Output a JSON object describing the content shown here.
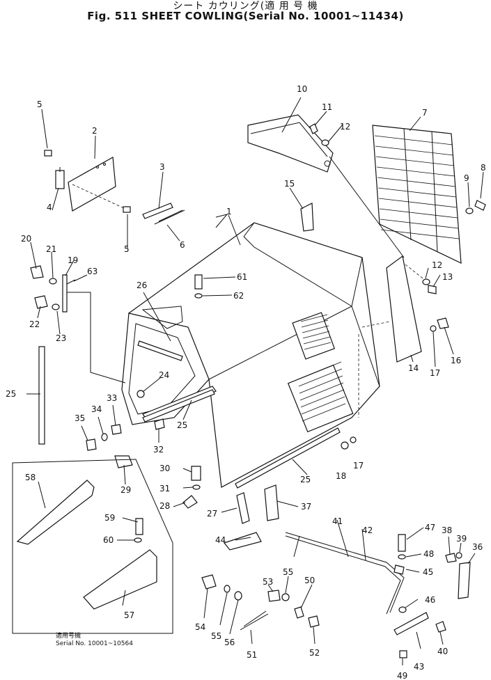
{
  "figure": {
    "title_jp": "シート カウリング(適 用 号 機",
    "title_en": "Fig. 511 SHEET COWLING(Serial No. 10001~11434)"
  },
  "inset": {
    "note_jp": "適用号機",
    "note_serial": "Serial No. 10001~10564"
  },
  "callouts": [
    "1",
    "2",
    "3",
    "4",
    "5",
    "5",
    "6",
    "7",
    "8",
    "9",
    "10",
    "11",
    "12",
    "12",
    "13",
    "14",
    "15",
    "16",
    "17",
    "17",
    "18",
    "19",
    "20",
    "21",
    "22",
    "23",
    "24",
    "25",
    "25",
    "25",
    "26",
    "27",
    "28",
    "29",
    "30",
    "31",
    "32",
    "33",
    "34",
    "35",
    "36",
    "37",
    "38",
    "39",
    "40",
    "41",
    "42",
    "43",
    "44",
    "45",
    "46",
    "47",
    "48",
    "49",
    "50",
    "51",
    "52",
    "53",
    "54",
    "55",
    "55",
    "56",
    "57",
    "58",
    "59",
    "60",
    "61",
    "62",
    "63"
  ]
}
